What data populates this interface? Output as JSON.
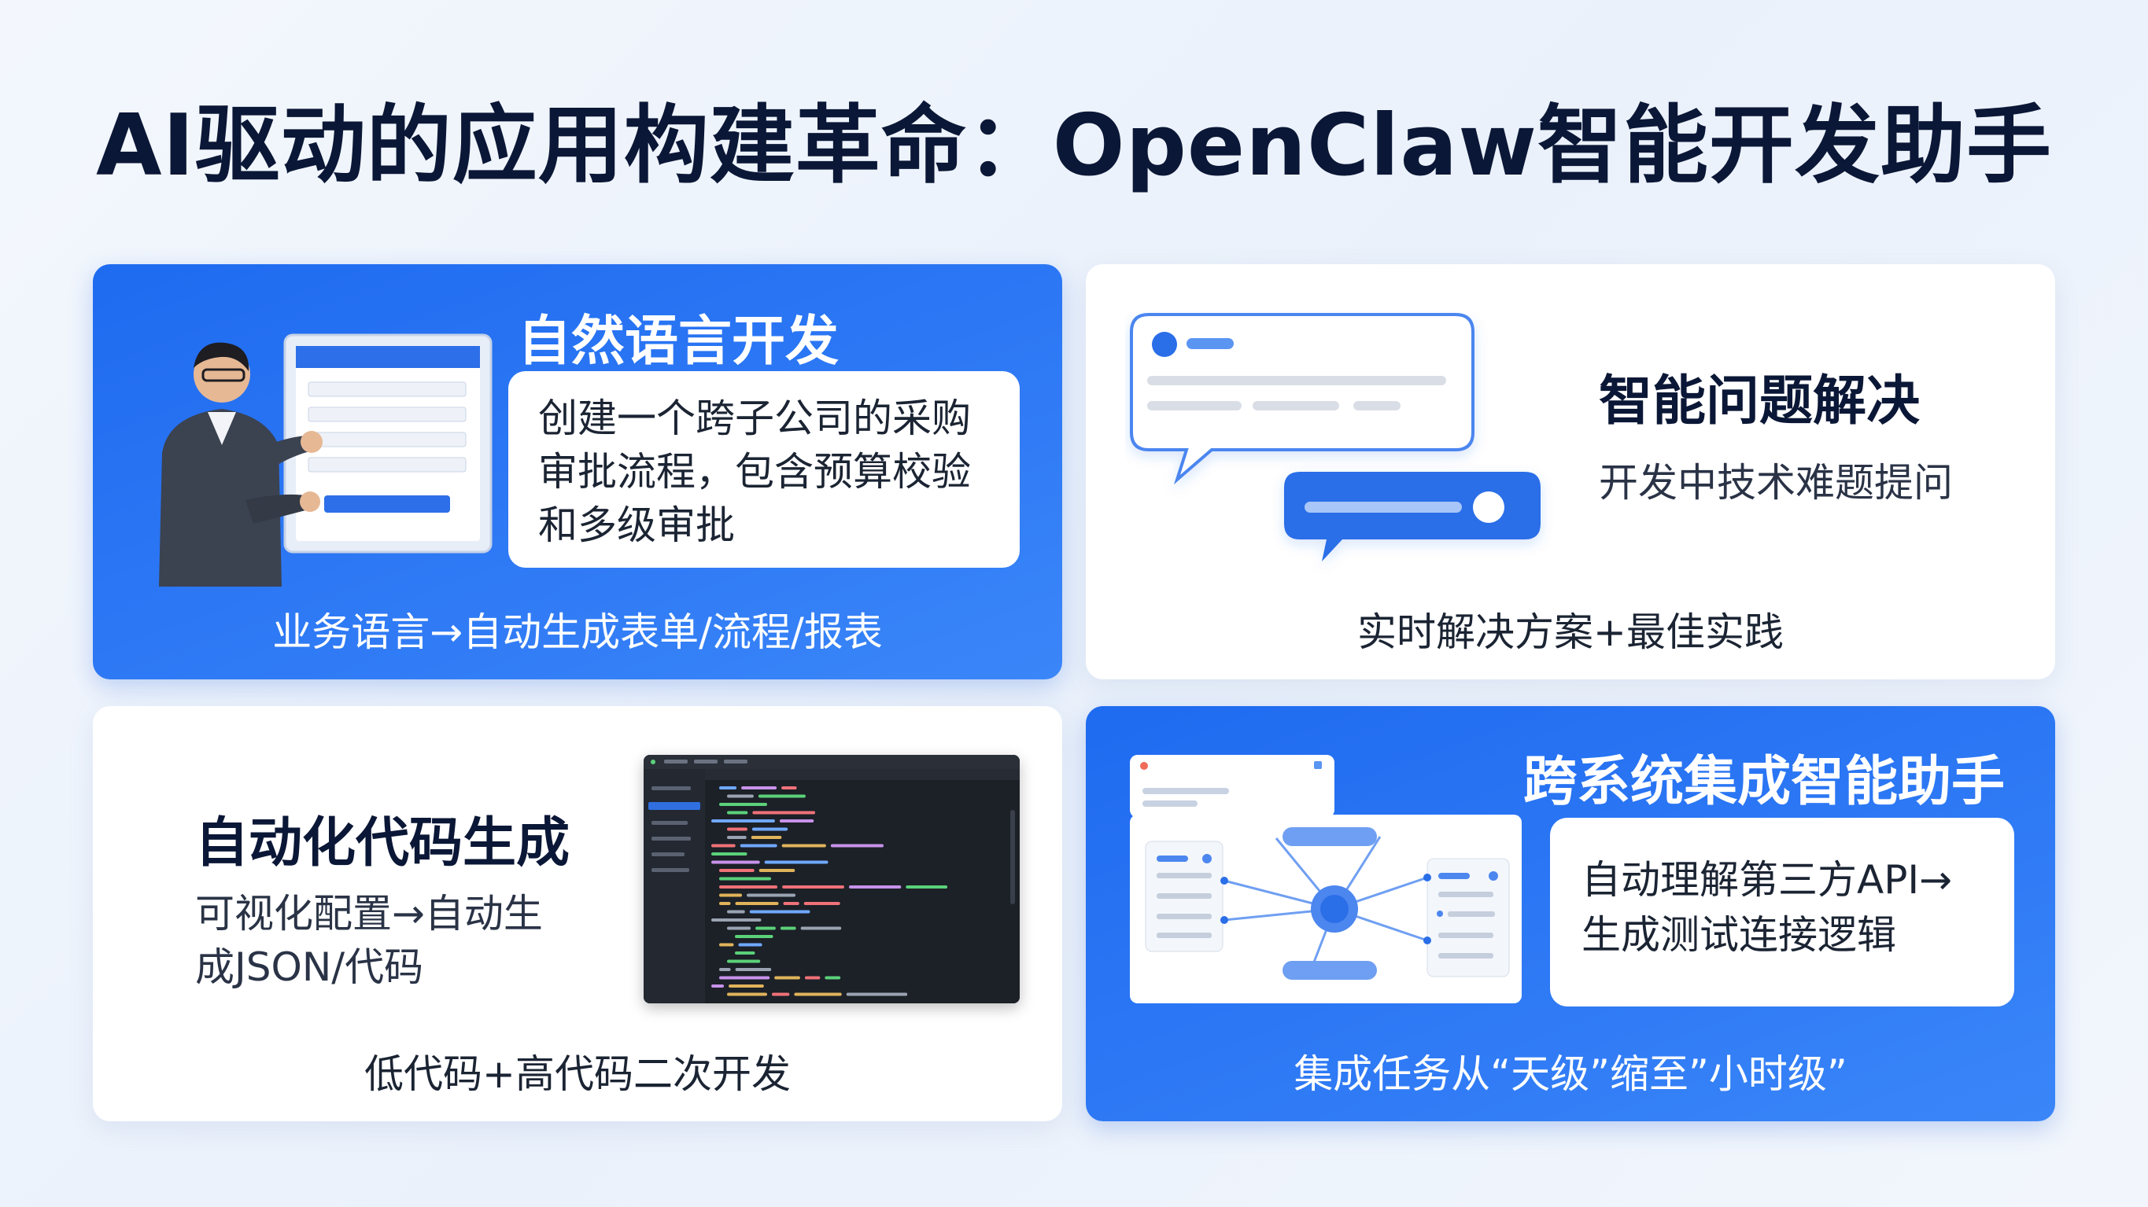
{
  "title": "AI驱动的应用构建革命：OpenClaw智能开发助手",
  "cards": [
    {
      "heading": "自然语言开发",
      "quote_lines": [
        "创建一个跨子公司的采购",
        "审批流程，包含预算校验",
        "和多级审批"
      ],
      "subline": "业务语言→自动生成表单/流程/报表"
    },
    {
      "heading": "智能问题解决",
      "description": "开发中技术难题提问",
      "subline": "实时解决方案+最佳实践"
    },
    {
      "heading": "自动化代码生成",
      "description_lines": [
        "可视化配置→自动生",
        "成JSON/代码"
      ],
      "subline": "低代码+高代码二次开发"
    },
    {
      "heading": "跨系统集成智能助手",
      "box_lines": [
        "自动理解第三方API→",
        "生成测试连接逻辑"
      ],
      "subline": "集成任务从“天级”缩至”小时级”"
    }
  ],
  "colors": {
    "accent_blue": "#2a74f3",
    "title_dark": "#0b1736",
    "background": "#eef3fb"
  }
}
